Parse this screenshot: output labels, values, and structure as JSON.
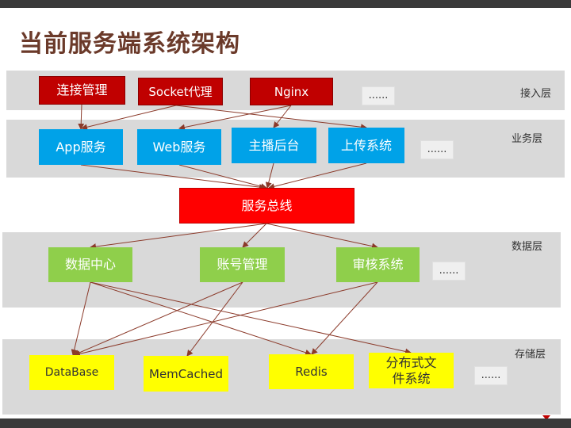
{
  "title": "当前服务端系统架构",
  "layers": {
    "access": "接入层",
    "business": "业务层",
    "data": "数据层",
    "storage": "存储层"
  },
  "access": {
    "conn_mgmt": "连接管理",
    "socket_proxy": "Socket代理",
    "nginx": "Nginx",
    "more": "......"
  },
  "business": {
    "app": "App服务",
    "web": "Web服务",
    "anchor_backend": "主播后台",
    "upload": "上传系统",
    "more": "......"
  },
  "bus": "服务总线",
  "data_layer": {
    "data_center": "数据中心",
    "account_mgmt": "账号管理",
    "review": "审核系统",
    "more": "......"
  },
  "storage": {
    "database": "DataBase",
    "memcached": "MemCached",
    "redis": "Redis",
    "dfs": "分布式文件系统",
    "more": "......"
  },
  "colors": {
    "access_box": "#c00000",
    "business_box": "#00a2e8",
    "bus_box": "#ff0000",
    "data_box": "#8fcf4b",
    "storage_box": "#ffff00",
    "arrow": "#8b3a2a",
    "layer_bg": "#d9d9d9"
  }
}
